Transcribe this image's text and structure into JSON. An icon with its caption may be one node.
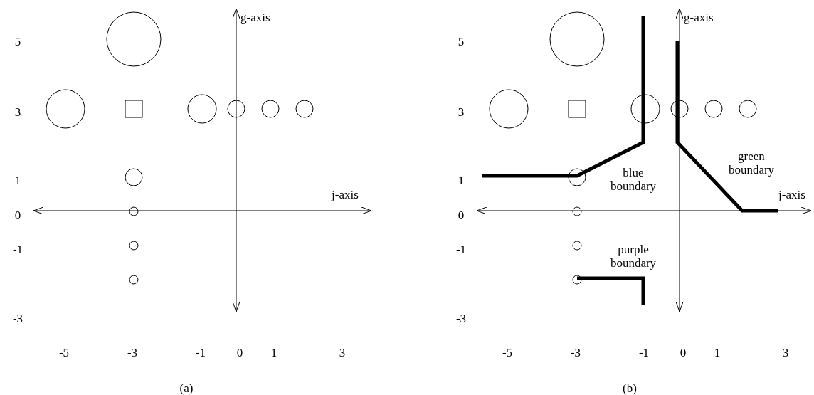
{
  "diagram": {
    "labels": [
      "g-axis",
      "5",
      "3",
      "1",
      "j-axis",
      "0",
      "-1",
      "-3",
      "-5",
      "-3",
      "-1",
      "0",
      "1",
      "3",
      "(a)",
      "g-axis",
      "5",
      "3",
      "1",
      "blue boundary",
      "green boundary",
      "j-axis",
      "0",
      "-1",
      "purple boundary",
      "-3",
      "-5",
      "-3",
      "-1",
      "0",
      "1",
      "3",
      "(b)"
    ]
  }
}
